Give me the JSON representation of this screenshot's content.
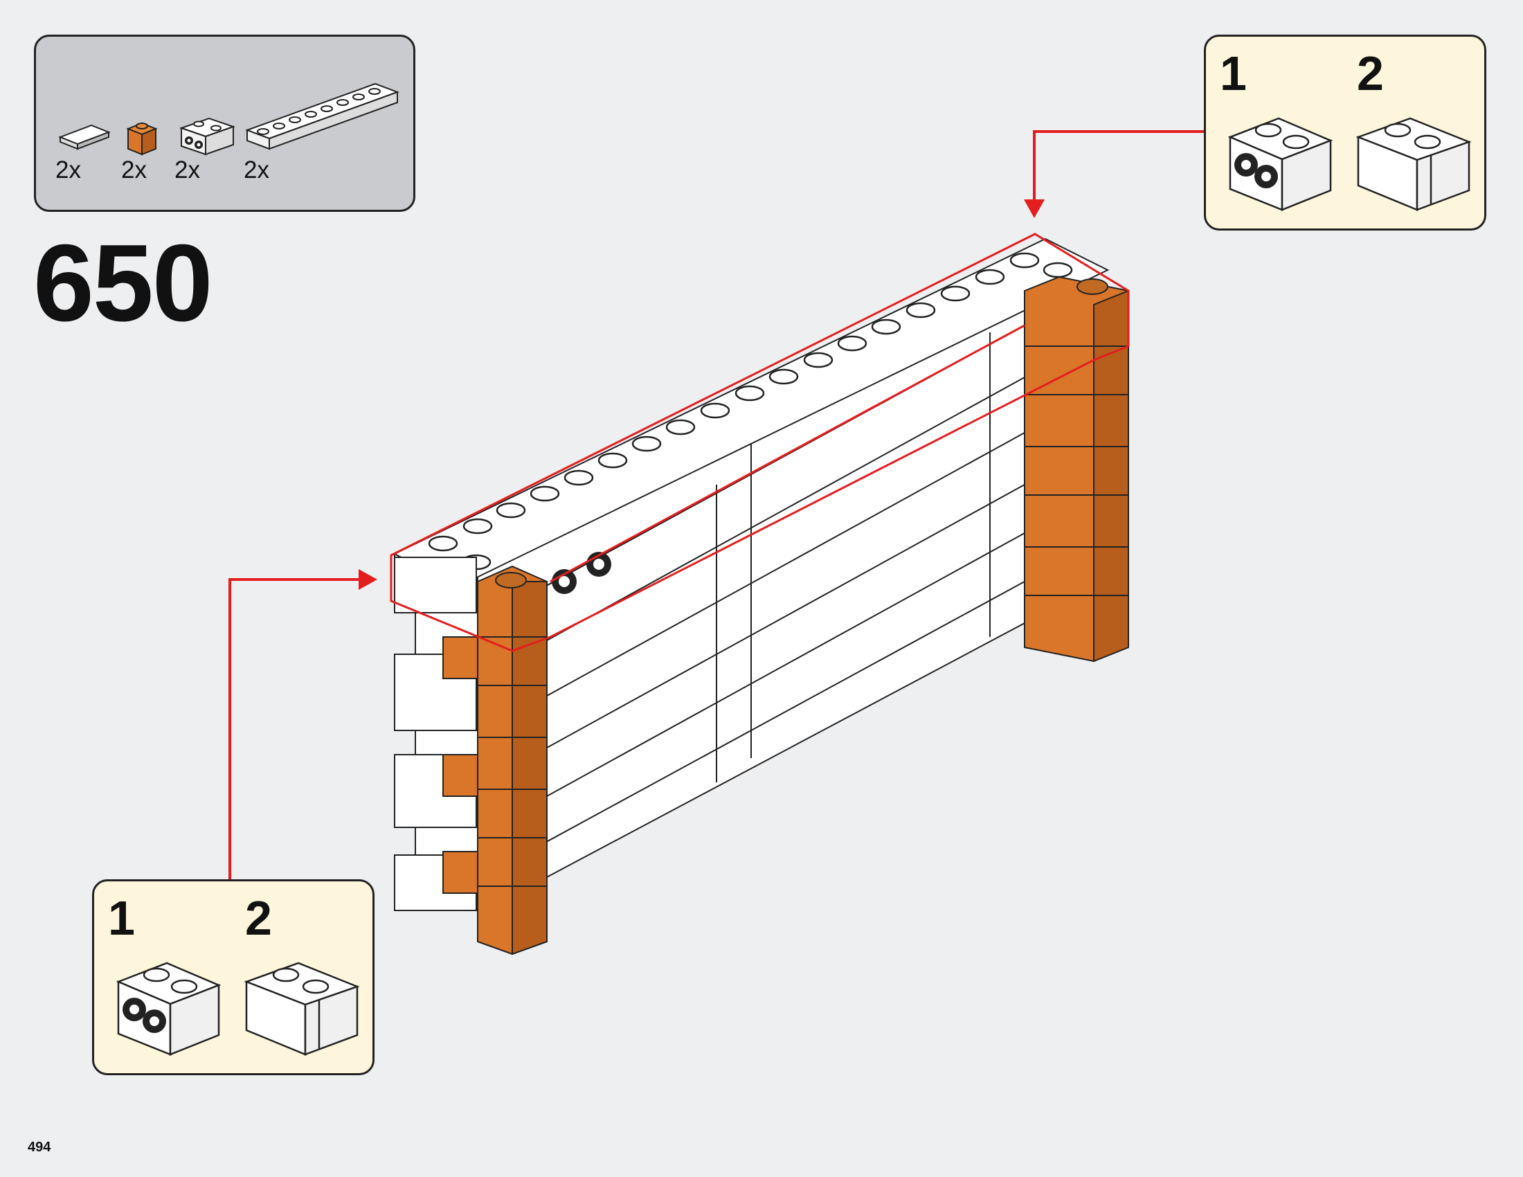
{
  "step": {
    "number": "650"
  },
  "parts_list": {
    "items": [
      {
        "part": "white 1x2 tile",
        "quantity": "2x"
      },
      {
        "part": "orange 1x1 brick",
        "quantity": "2x"
      },
      {
        "part": "white 1x2 brick with side studs",
        "quantity": "2x"
      },
      {
        "part": "white 1x8 plate",
        "quantity": "2x"
      }
    ]
  },
  "callouts": {
    "top_right": {
      "sub_steps": [
        "1",
        "2"
      ]
    },
    "bottom_left": {
      "sub_steps": [
        "1",
        "2"
      ]
    }
  },
  "page": {
    "number": "494"
  },
  "colors": {
    "highlight": "#e41e1e",
    "orange_brick": "#d9762a",
    "callout_bg": "#fdf6dc",
    "parts_bg": "#c9cbce"
  }
}
